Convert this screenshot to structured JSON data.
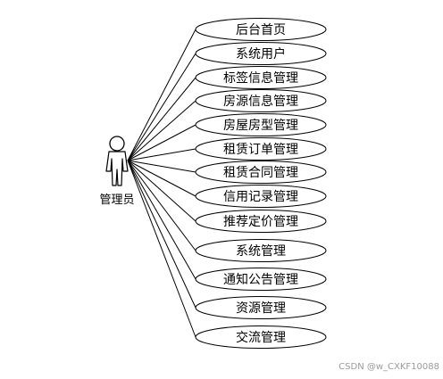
{
  "actor": {
    "label": "管理员",
    "icon": "stick-figure-actor-icon"
  },
  "use_cases": [
    "后台首页",
    "系统用户",
    "标签信息管理",
    "房源信息管理",
    "房屋房型管理",
    "租赁订单管理",
    "租赁合同管理",
    "信用记录管理",
    "推荐定价管理",
    "系统管理",
    "通知公告管理",
    "资源管理",
    "交流管理"
  ],
  "watermark": "CSDN @w_CXKF10088",
  "colors": {
    "stroke": "#000000",
    "background": "#ffffff",
    "actor_fill": "#ffffff",
    "watermark": "#9a9a9a"
  }
}
